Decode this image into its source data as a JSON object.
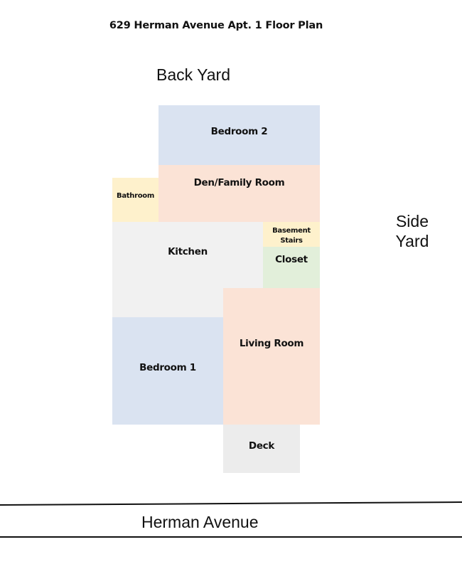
{
  "title": "629 Herman Avenue Apt. 1 Floor Plan",
  "labels": {
    "back_yard": "Back Yard",
    "side_yard_line1": "Side",
    "side_yard_line2": "Yard",
    "street": "Herman Avenue"
  },
  "rooms": {
    "bedroom2": "Bedroom 2",
    "den": "Den/Family Room",
    "bathroom": "Bathroom",
    "kitchen": "Kitchen",
    "basement_stairs_line1": "Basement",
    "basement_stairs_line2": "Stairs",
    "closet": "Closet",
    "living_room": "Living Room",
    "bedroom1": "Bedroom 1",
    "deck": "Deck"
  },
  "colors": {
    "bedroom": "#dae3f1",
    "living": "#fbe3d6",
    "bath_stairs": "#fef1cc",
    "kitchen": "#f1f1f1",
    "closet": "#e2efda",
    "deck": "#ececec"
  }
}
